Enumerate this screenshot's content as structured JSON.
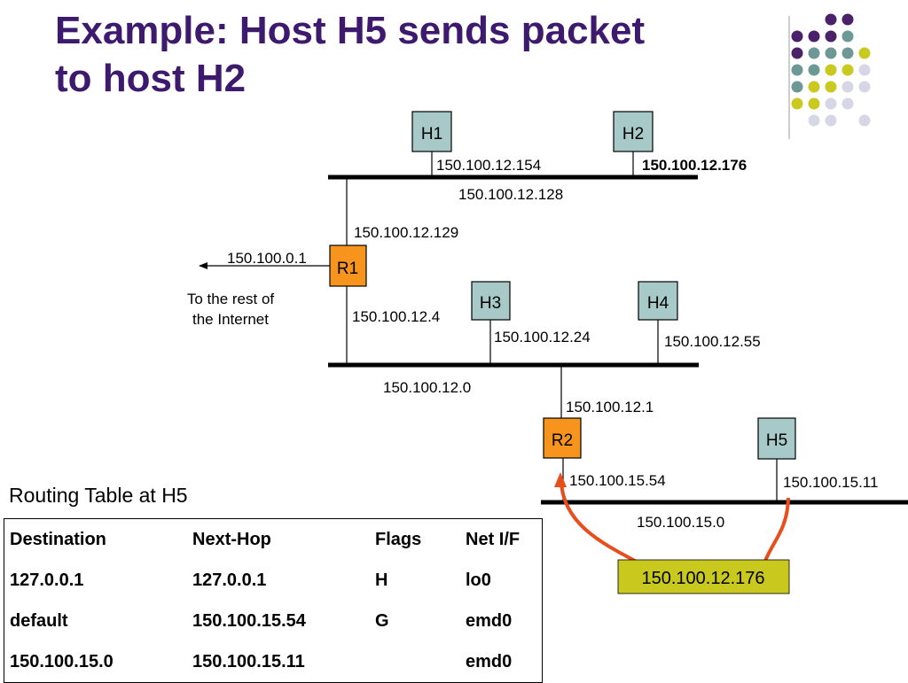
{
  "title": {
    "line1": "Example:  Host H5 sends packet",
    "line2": "to host H2"
  },
  "diagram": {
    "hosts": {
      "h1": "H1",
      "h2": "H2",
      "h3": "H3",
      "h4": "H4",
      "h5": "H5"
    },
    "routers": {
      "r1": "R1",
      "r2": "R2"
    },
    "addresses": {
      "h1": "150.100.12.154",
      "h2": "150.100.12.176",
      "net_top": "150.100.12.128",
      "r1_top": "150.100.12.129",
      "r1_ext": "150.100.0.1",
      "r1_mid": "150.100.12.4",
      "h3": "150.100.12.24",
      "h4": "150.100.12.55",
      "net_mid": "150.100.12.0",
      "r2_mid": "150.100.12.1",
      "r2_bot": "150.100.15.54",
      "h5": "150.100.15.11",
      "net_bot": "150.100.15.0"
    },
    "internet_label_line1": "To the rest of",
    "internet_label_line2": "the Internet",
    "packet_label": "150.100.12.176"
  },
  "colors": {
    "title": "#3d1a6e",
    "host_fill": "#a7c9c7",
    "router_fill": "#f7941d",
    "packet_fill": "#c8c81e",
    "arrow": "#e84d1c",
    "dot_purple": "#4b2169",
    "dot_teal": "#6c9896",
    "dot_yellow": "#c9c91f",
    "dot_lavender": "#d6d6e6"
  },
  "routing_table": {
    "caption": "Routing Table at H5",
    "headers": [
      "Destination",
      "Next-Hop",
      "Flags",
      "Net I/F"
    ],
    "rows": [
      [
        "127.0.0.1",
        "127.0.0.1",
        "H",
        "lo0"
      ],
      [
        "default",
        "150.100.15.54",
        "G",
        "emd0"
      ],
      [
        "150.100.15.0",
        "150.100.15.11",
        "",
        "emd0"
      ]
    ]
  }
}
